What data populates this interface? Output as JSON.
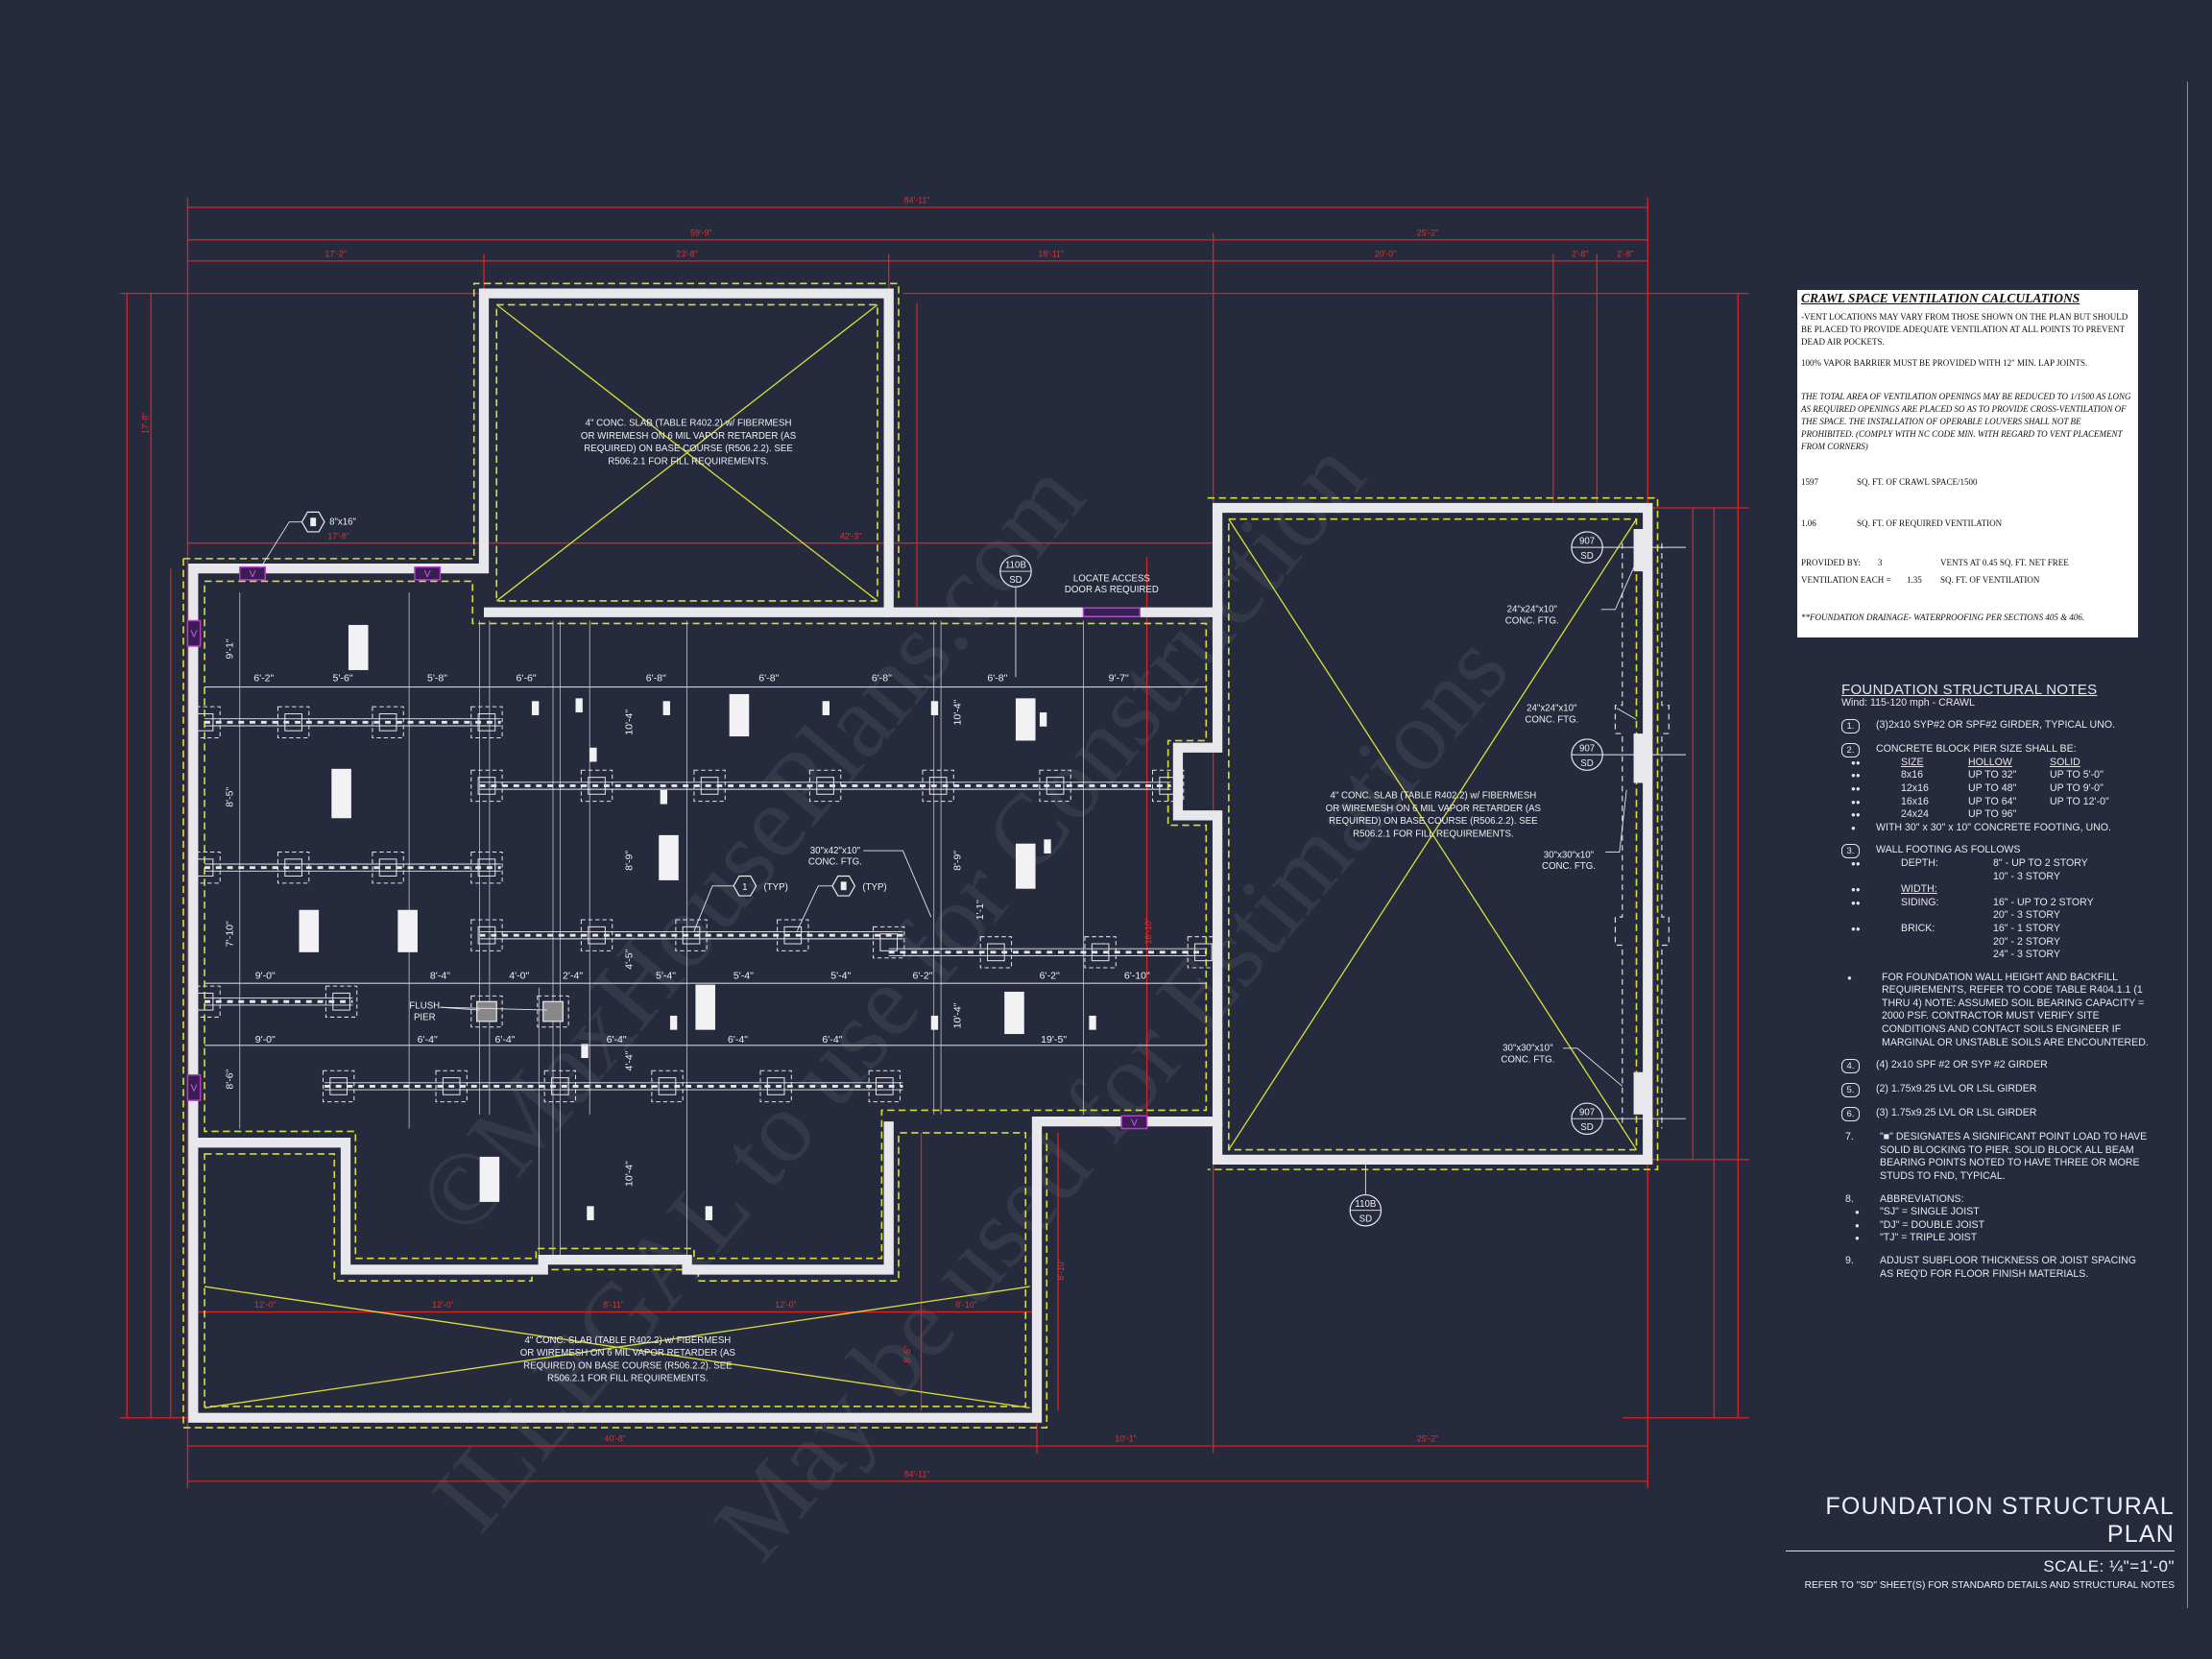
{
  "title_block": {
    "title": "FOUNDATION STRUCTURAL PLAN",
    "scale": "SCALE: ¼\"=1'-0\"",
    "refer": "REFER TO \"SD\" SHEET(S) FOR STANDARD DETAILS AND STRUCTURAL NOTES"
  },
  "ventilation": {
    "title": "CRAWL SPACE VENTILATION CALCULATIONS",
    "para1": "-VENT LOCATIONS MAY VARY FROM THOSE SHOWN ON THE PLAN BUT SHOULD BE PLACED TO PROVIDE ADEQUATE VENTILATION AT ALL POINTS TO PREVENT DEAD AIR POCKETS.",
    "para2": "100% VAPOR BARRIER MUST BE PROVIDED WITH 12\" MIN. LAP JOINTS.",
    "para3": "THE TOTAL AREA OF VENTILATION OPENINGS MAY BE REDUCED TO 1/1500 AS LONG AS REQUIRED OPENINGS ARE PLACED SO AS TO PROVIDE CROSS-VENTILATION OF THE SPACE.  THE INSTALLATION OF OPERABLE LOUVERS SHALL NOT BE PROHIBITED.  (COMPLY WITH NC CODE MIN. WITH REGARD TO VENT PLACEMENT FROM CORNERS)",
    "rows": [
      {
        "value": "1597",
        "label": "SQ. FT. OF CRAWL SPACE/1500"
      },
      {
        "value": "1.06",
        "label": "SQ. FT. OF REQUIRED VENTILATION"
      }
    ],
    "provided_label": "PROVIDED BY:",
    "provided_count": "3",
    "provided_desc": "VENTS AT 0.45 SQ. FT. NET FREE",
    "each_label": "VENTILATION EACH =",
    "each_value": "1.35",
    "each_desc": "SQ. FT. OF VENTILATION",
    "footer": "**FOUNDATION DRAINAGE- WATERPROOFING PER SECTIONS 405 & 406."
  },
  "notes": {
    "title": "FOUNDATION STRUCTURAL NOTES",
    "wind": "Wind: 115-120 mph - CRAWL",
    "n1": {
      "num": "1.",
      "text": "(3)2x10 SYP#2 OR SPF#2 GIRDER, TYPICAL UNO."
    },
    "n2": {
      "num": "2.",
      "text": "CONCRETE BLOCK PIER SIZE SHALL BE:",
      "headers": [
        "SIZE",
        "HOLLOW",
        "SOLID"
      ],
      "rows": [
        [
          "8x16",
          "UP TO 32\"",
          "UP TO 5'-0\""
        ],
        [
          "12x16",
          "UP TO 48\"",
          "UP TO 9'-0\""
        ],
        [
          "16x16",
          "UP TO 64\"",
          "UP TO 12'-0\""
        ],
        [
          "24x24",
          "UP TO 96\"",
          ""
        ]
      ],
      "footing": "WITH 30\" x 30\" x 10\" CONCRETE FOOTING, UNO."
    },
    "n3": {
      "num": "3.",
      "text": "WALL FOOTING AS FOLLOWS",
      "depth_label": "DEPTH:",
      "depth": [
        "8\" - UP TO 2 STORY",
        "10\" - 3 STORY"
      ],
      "width_label": "WIDTH:",
      "siding_label": "SIDING:",
      "siding": [
        "16\" - UP TO 2 STORY",
        "20\" - 3 STORY"
      ],
      "brick_label": "BRICK:",
      "brick": [
        "16\" - 1 STORY",
        "20\" - 2 STORY",
        "24\" - 3 STORY"
      ]
    },
    "wall_note": "FOR FOUNDATION WALL HEIGHT AND BACKFILL REQUIREMENTS, REFER TO CODE TABLE R404.1.1 (1 THRU 4) NOTE: ASSUMED SOIL BEARING CAPACITY = 2000 PSF. CONTRACTOR MUST VERIFY SITE CONDITIONS AND CONTACT SOILS ENGINEER IF MARGINAL OR UNSTABLE SOILS ARE ENCOUNTERED.",
    "n4": {
      "num": "4.",
      "text": "(4) 2x10 SPF #2 OR SYP #2 GIRDER"
    },
    "n5": {
      "num": "5.",
      "text": "(2) 1.75x9.25 LVL OR LSL GIRDER"
    },
    "n6": {
      "num": "6.",
      "text": "(3) 1.75x9.25 LVL OR LSL GIRDER"
    },
    "n7": {
      "num": "7.",
      "text": "\"■\" DESIGNATES A SIGNIFICANT POINT LOAD TO HAVE SOLID BLOCKING TO  PIER. SOLID BLOCK ALL BEAM BEARING POINTS NOTED TO HAVE THREE OR MORE STUDS TO FND, TYPICAL."
    },
    "n8": {
      "num": "8.",
      "text": "ABBREVIATIONS:",
      "items": [
        "\"SJ\" = SINGLE JOIST",
        "\"DJ\" = DOUBLE JOIST",
        "\"TJ\" = TRIPLE JOIST"
      ]
    },
    "n9": {
      "num": "9.",
      "text": "ADJUST SUBFLOOR THICKNESS OR JOIST SPACING AS REQ'D FOR FLOOR FINISH MATERIALS."
    }
  },
  "plan": {
    "slab_note": [
      "4\" CONC. SLAB (TABLE R402.2) w/ FIBERMESH",
      "OR WIREMESH ON 6 MIL VAPOR RETARDER (AS",
      "REQUIRED) ON BASE COURSE (R506.2.2). SEE",
      "R506.2.1 FOR FILL REQUIREMENTS."
    ],
    "red_dims": [
      "84'-11\"",
      "59'-9\"",
      "25'-2\"",
      "17'-2\"",
      "23'-8\"",
      "18'-11\"",
      "20'-0\"",
      "2'-8\"",
      "2'-8\"",
      "17'-8\"",
      "42'-3\"",
      "12'-0\"",
      "12'-0\"",
      "8'-11\"",
      "12'-0\"",
      "8'-10\"",
      "40'-8\"",
      "10'-1\"",
      "25'-2\"",
      "84'-11\"",
      "17'-8\"",
      "16'-10\"",
      "8'-10\"",
      "8'-5\""
    ],
    "white_dims": [
      "6'-2\"",
      "5'-6\"",
      "5'-8\"",
      "6'-6\"",
      "6'-8\"",
      "6'-8\"",
      "6'-8\"",
      "6'-8\"",
      "9'-7\"",
      "9'-0\"",
      "8'-4\"",
      "4'-0\"",
      "2'-4\"",
      "5'-4\"",
      "5'-4\"",
      "5'-4\"",
      "6'-2\"",
      "6'-2\"",
      "6'-10\"",
      "9'-0\"",
      "6'-4\"",
      "6'-4\"",
      "6'-4\"",
      "6'-4\"",
      "6'-4\"",
      "19'-5\""
    ],
    "vertical_dims": [
      "9'-1\"",
      "8'-5\"",
      "7'-10\"",
      "8'-6\"",
      "10'-4\"",
      "8'-9\"",
      "4'-5\"",
      "4'-4\"",
      "10'-4\"",
      "10'-4\"",
      "8'-9\"",
      "10'-4\"",
      "1'-1\""
    ],
    "pier_callout": "8\"x16\"",
    "ftg_30x42": [
      "30\"x42\"x10\"",
      "CONC. FTG."
    ],
    "typ_1": "1",
    "typ_label": "(TYP)",
    "flush_pier": [
      "FLUSH",
      "PIER"
    ],
    "access_door": [
      "LOCATE ACCESS",
      "DOOR AS REQUIRED"
    ],
    "ftg_24_a": [
      "24\"x24\"x10\"",
      "CONC. FTG."
    ],
    "ftg_24_b": [
      "24\"x24\"x10\"",
      "CONC. FTG."
    ],
    "ftg_30_a": [
      "30\"x30\"x10\"",
      "CONC. FTG."
    ],
    "ftg_30_b": [
      "30\"x30\"x10\"",
      "CONC. FTG."
    ],
    "section_markers": [
      {
        "top": "110B",
        "bottom": "SD"
      },
      {
        "top": "110B",
        "bottom": "SD"
      },
      {
        "top": "907",
        "bottom": "SD"
      },
      {
        "top": "907",
        "bottom": "SD"
      },
      {
        "top": "907",
        "bottom": "SD"
      }
    ],
    "vent_label": "V"
  },
  "watermark": [
    "©MaxHousePlans.com",
    "ILLEGAL to use for Construction",
    "May be used for Estimations"
  ],
  "colors": {
    "background": "#252a3c",
    "dimension": "#e03030",
    "slab_lines": "#d8dc3c",
    "wall": "#e8e8ec",
    "vent": "#b43cc8"
  }
}
